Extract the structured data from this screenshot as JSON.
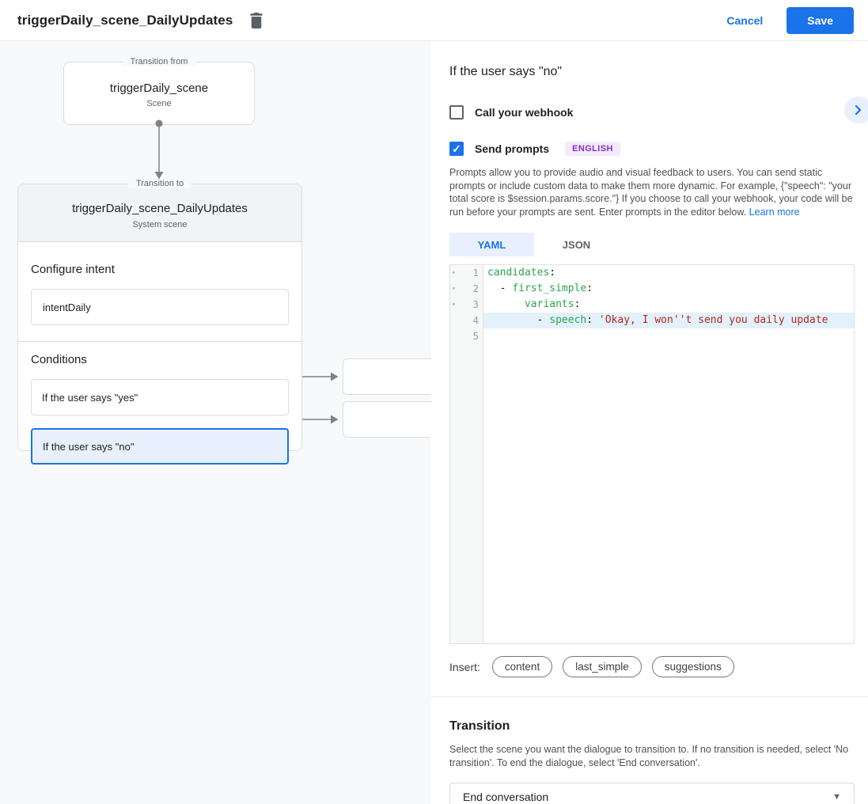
{
  "app_bar": {
    "title": "triggerDaily_scene_DailyUpdates",
    "cancel_label": "Cancel",
    "save_label": "Save"
  },
  "canvas": {
    "from_box": {
      "legend": "Transition from",
      "title": "triggerDaily_scene",
      "subtitle": "Scene"
    },
    "to_box": {
      "legend": "Transition to",
      "title": "triggerDaily_scene_DailyUpdates",
      "subtitle": "System scene",
      "configure_intent_label": "Configure intent",
      "intent_value": "intentDaily",
      "conditions_label": "Conditions",
      "conditions": [
        {
          "label": "If the user says \"yes\"",
          "selected": false
        },
        {
          "label": "If the user says \"no\"",
          "selected": true
        }
      ]
    }
  },
  "panel": {
    "title": "If the user says \"no\"",
    "collapse_icon": "chevron-right",
    "webhook_checkbox": {
      "label": "Call your webhook",
      "checked": false
    },
    "prompts_checkbox": {
      "label": "Send prompts",
      "checked": true,
      "checkmark": "✓",
      "badge": "ENGLISH"
    },
    "description": "Prompts allow you to provide audio and visual feedback to users. You can send static prompts or include custom data to make them more dynamic. For example, {\"speech\": \"your total score is $session.params.score.\"} If you choose to call your webhook, your code will be run before your prompts are sent. Enter prompts in the editor below. ",
    "learn_more_label": "Learn more",
    "tabs": [
      {
        "label": "YAML",
        "active": true
      },
      {
        "label": "JSON",
        "active": false
      }
    ],
    "editor": {
      "highlighted_line": 4,
      "fold_marker": "▾",
      "lines": [
        {
          "number": "1",
          "foldable": true,
          "tokens": [
            {
              "type": "key",
              "text": "candidates"
            },
            {
              "type": "plain",
              "text": ":"
            }
          ]
        },
        {
          "number": "2",
          "foldable": true,
          "tokens": [
            {
              "type": "plain",
              "text": "  - "
            },
            {
              "type": "key",
              "text": "first_simple"
            },
            {
              "type": "plain",
              "text": ":"
            }
          ]
        },
        {
          "number": "3",
          "foldable": true,
          "tokens": [
            {
              "type": "plain",
              "text": "      "
            },
            {
              "type": "key",
              "text": "variants"
            },
            {
              "type": "plain",
              "text": ":"
            }
          ]
        },
        {
          "number": "4",
          "foldable": false,
          "tokens": [
            {
              "type": "plain",
              "text": "        - "
            },
            {
              "type": "key",
              "text": "speech"
            },
            {
              "type": "plain",
              "text": ": "
            },
            {
              "type": "string",
              "text": "'Okay, I won''t send you daily update"
            }
          ]
        },
        {
          "number": "5",
          "foldable": false,
          "tokens": []
        }
      ]
    },
    "insert_label": "Insert:",
    "insert_chips": [
      "content",
      "last_simple",
      "suggestions"
    ],
    "transition": {
      "title": "Transition",
      "description": "Select the scene you want the dialogue to transition to. If no transition is needed, select 'No transition'. To end the dialogue, select 'End conversation'.",
      "dropdown_value": "End conversation"
    }
  },
  "colors": {
    "accent_blue": "#1a73e8",
    "selected_bg": "#e8f0fe",
    "canvas_bg": "#f8f9fa",
    "border": "#dadce0",
    "code_key_green": "#2da44e",
    "code_string_red": "#b3271d",
    "highlight_line_bg": "#e3f1fb",
    "badge_bg": "#f4eafd",
    "badge_text": "#8430ce"
  }
}
